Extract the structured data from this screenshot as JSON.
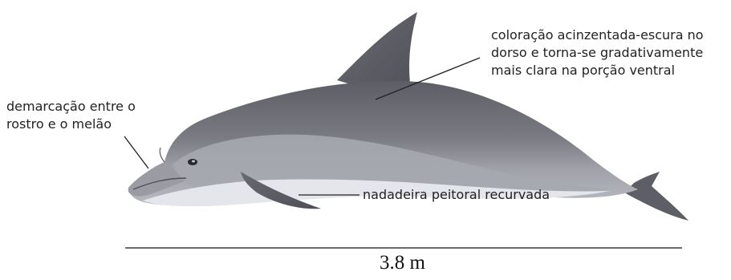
{
  "annotations": {
    "coloration": [
      "coloração acinzentada-escura no",
      "dorso e torna-se gradativamente",
      "mais clara na porção ventral"
    ],
    "demarcation": [
      "demarcação entre o",
      "rostro e o melão"
    ],
    "pectoral_fin": "nadadeira peitoral recurvada"
  },
  "scale": {
    "label": "3.8 m"
  },
  "colors": {
    "dorsal": "#6f6f78",
    "flank": "#9d9ea6",
    "belly": "#e3e5ea",
    "outline": "#4f4f57",
    "leader": "#222222"
  }
}
